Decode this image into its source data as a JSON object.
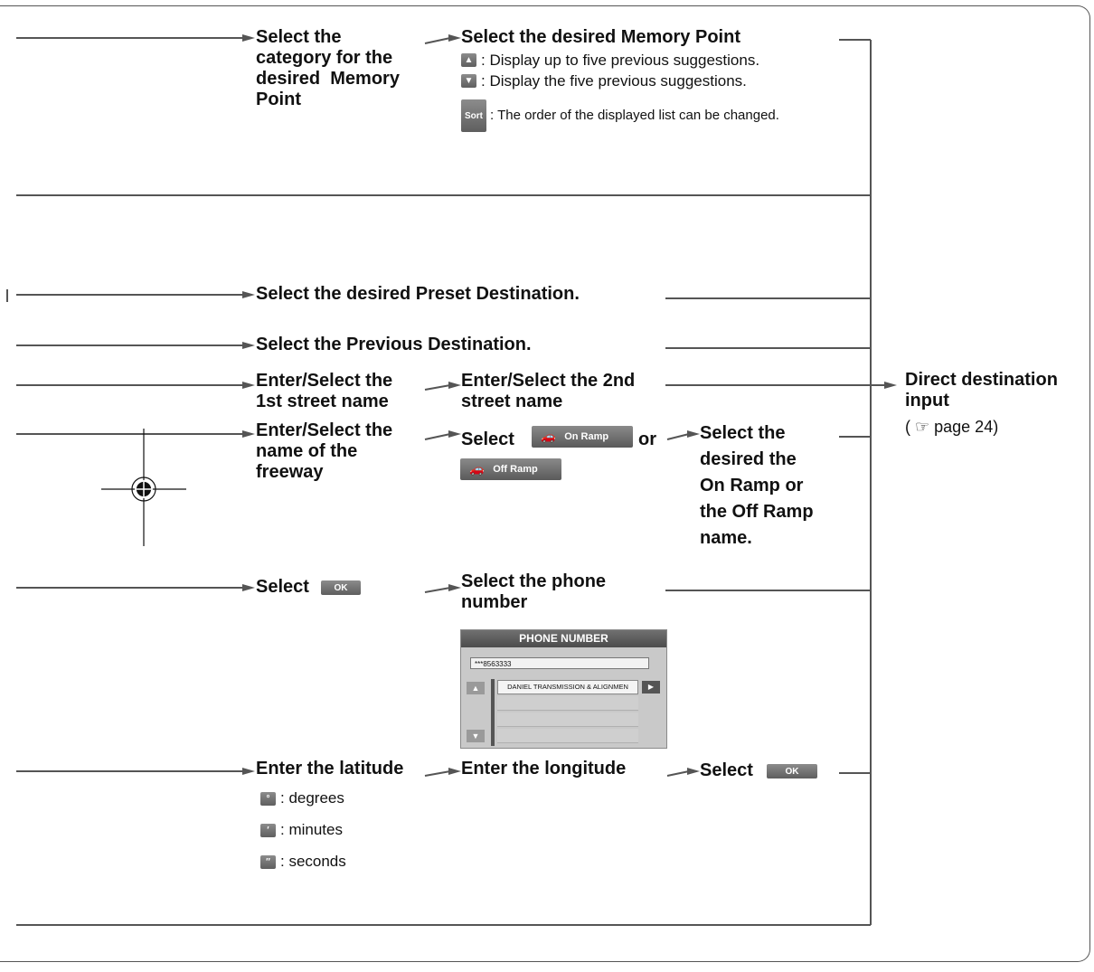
{
  "memory": {
    "category": "Select the\ncategory for the\ndesired  Memory\nPoint",
    "title": "Select the desired Memory Point",
    "up_text": ": Display up to five previous suggestions.",
    "down_text": ": Display the five previous suggestions.",
    "sort_label": "Sort",
    "sort_text": ": The order of the displayed list can be changed."
  },
  "preset": {
    "text": "Select the desired Preset Destination."
  },
  "previous": {
    "text": "Select the Previous Destination."
  },
  "intersection": {
    "first": "Enter/Select the\n1st street name",
    "second": "Enter/Select the 2nd\nstreet name"
  },
  "freeway": {
    "enter": "Enter/Select the\nname of the\nfreeway",
    "select": "Select",
    "or": "or",
    "on_ramp": "On Ramp",
    "off_ramp": "Off Ramp",
    "result": "Select the\ndesired the\nOn Ramp or\nthe Off Ramp\nname."
  },
  "phone": {
    "select": "Select",
    "ok_label": "OK",
    "title": "Select the phone\nnumber",
    "screen_title": "PHONE NUMBER",
    "input_value": "***8563333",
    "entry": "DANIEL TRANSMISSION & ALIGNMEN"
  },
  "coordinates": {
    "latitude": "Enter the latitude",
    "longitude": "Enter the longitude",
    "select": "Select",
    "ok_label": "OK",
    "degrees": ": degrees",
    "minutes": ": minutes",
    "seconds": ": seconds"
  },
  "result": {
    "title": "Direct destination\ninput",
    "ref": "( ☞ page 24)"
  }
}
